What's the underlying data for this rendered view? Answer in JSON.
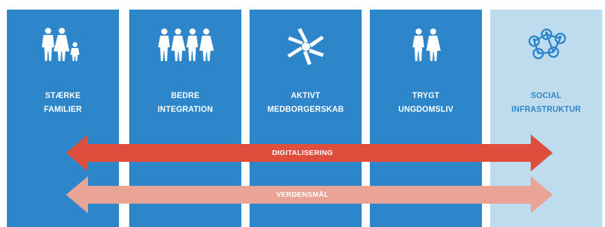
{
  "colors": {
    "column_blue": "#2d86c9",
    "column_light": "#bfdcef",
    "text_white": "#ffffff",
    "text_blue": "#2d86c9",
    "arrow_red": "#dd4e3d",
    "arrow_pink": "#e9a496"
  },
  "columns": [
    {
      "line1": "STÆRKE",
      "line2": "FAMILIER",
      "icon": "family-icon"
    },
    {
      "line1": "BEDRE",
      "line2": "INTEGRATION",
      "icon": "group-icon"
    },
    {
      "line1": "AKTIVT",
      "line2": "MEDBORGERSKAB",
      "icon": "joined-hands-icon"
    },
    {
      "line1": "TRYGT",
      "line2": "UNGDOMSLIV",
      "icon": "couple-icon"
    },
    {
      "line1": "SOCIAL",
      "line2": "INFRASTRUKTUR",
      "icon": "network-icon"
    }
  ],
  "arrows": [
    {
      "label": "DIGITALISERING",
      "color": "#dd4e3d"
    },
    {
      "label": "VERDENSMÅL",
      "color": "#e9a496"
    }
  ]
}
